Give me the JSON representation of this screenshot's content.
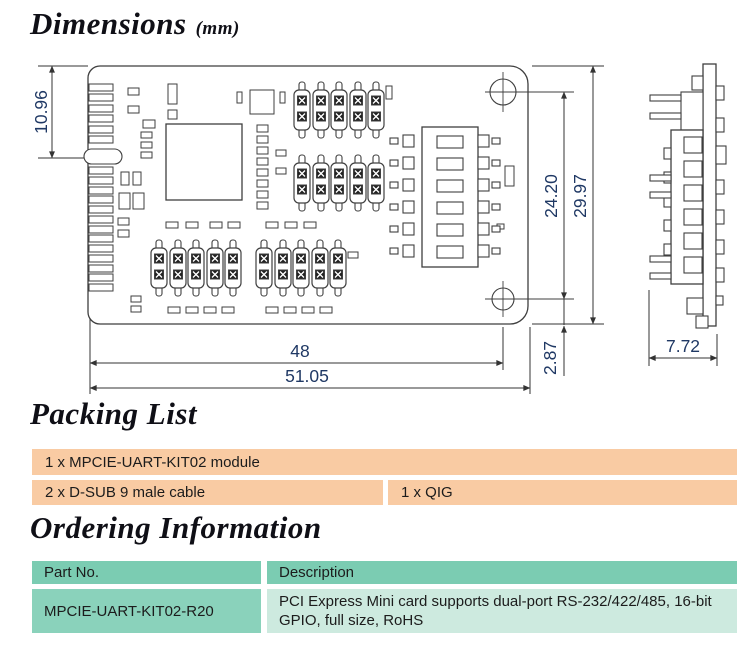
{
  "sections": {
    "dimensions": {
      "heading": "Dimensions",
      "heading_unit": "(mm)",
      "dim_labels": {
        "connector_height": "10.96",
        "hole_pitch": "24.20",
        "board_height": "29.97",
        "edge_to_hole": "2.87",
        "inner_width": "48",
        "board_width": "51.05",
        "side_width": "7.72"
      }
    },
    "packing": {
      "heading": "Packing List",
      "rows": [
        [
          "1 x MPCIE-UART-KIT02 module"
        ],
        [
          "2 x D-SUB 9 male cable",
          "1 x QIG"
        ]
      ]
    },
    "ordering": {
      "heading": "Ordering Information",
      "headers": [
        "Part No.",
        "Description"
      ],
      "rows": [
        {
          "part_no": "MPCIE-UART-KIT02-R20",
          "description": "PCI Express Mini card supports dual-port RS-232/422/485, 16-bit GPIO, full size, RoHS"
        }
      ]
    }
  },
  "colors": {
    "dim_text": "#1f3864",
    "drawing_line": "#3f3f3f",
    "packing_cell_bg": "#f9cba3",
    "ordering_header_bg": "#7bccb2",
    "ordering_part_bg": "#8ad2bb",
    "ordering_desc_bg": "#cdeadf"
  }
}
